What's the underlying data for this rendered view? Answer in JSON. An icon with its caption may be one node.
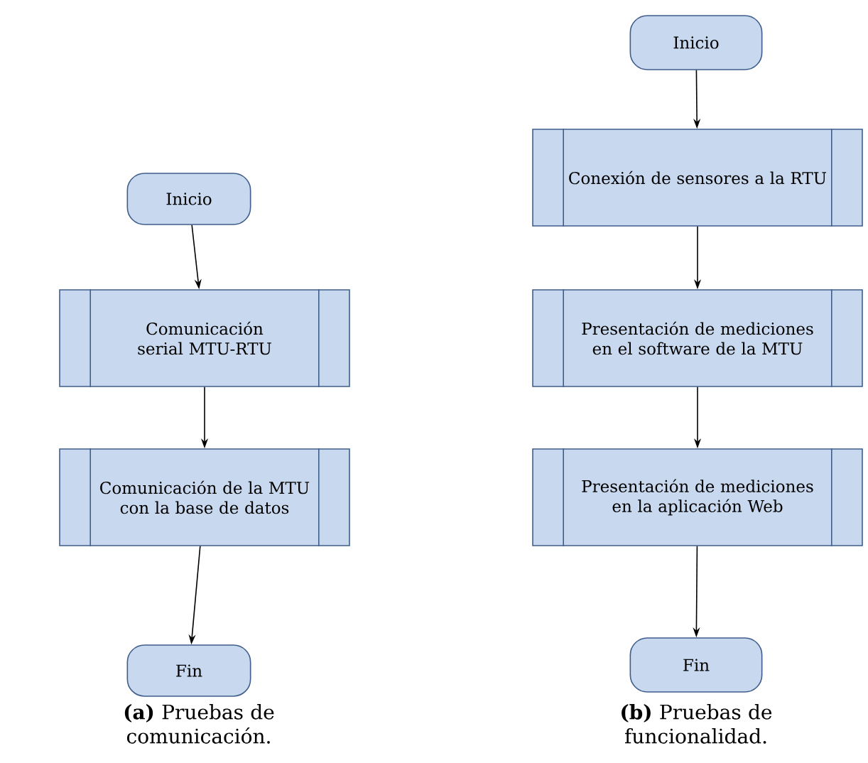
{
  "diagram": {
    "nodes": [
      {
        "text": [
          "Inicio"
        ]
      },
      {
        "text": [
          "Comunicación serial MTU-RTU"
        ]
      },
      {
        "text": [
          "Comunicación de la MTU con la base de datos"
        ]
      },
      {
        "text": [
          "Fin"
        ]
      },
      {
        "text": [
          "Inicio"
        ]
      },
      {
        "text": [
          "Conexión de sensores a la RTU"
        ]
      },
      {
        "text": [
          "Presentación de mediciones en el software de la MTU"
        ]
      },
      {
        "text": [
          "Presentación de mediciones en la aplicación Web"
        ]
      },
      {
        "text": [
          "Fin"
        ]
      }
    ],
    "edges": [
      {
        "from": 0,
        "to": 1,
        "arrow": "to"
      },
      {
        "from": 1,
        "to": 2,
        "arrow": "to"
      },
      {
        "from": 2,
        "to": 3,
        "arrow": "to"
      },
      {
        "from": 4,
        "to": 5,
        "arrow": "to"
      },
      {
        "from": 5,
        "to": 6,
        "arrow": "to"
      },
      {
        "from": 6,
        "to": 7,
        "arrow": "to"
      },
      {
        "from": 7,
        "to": 8,
        "arrow": "to"
      }
    ],
    "labels": [
      "**(a)** Pruebas de comunicación.",
      "**(b)** Pruebas de funcionalidad."
    ]
  }
}
